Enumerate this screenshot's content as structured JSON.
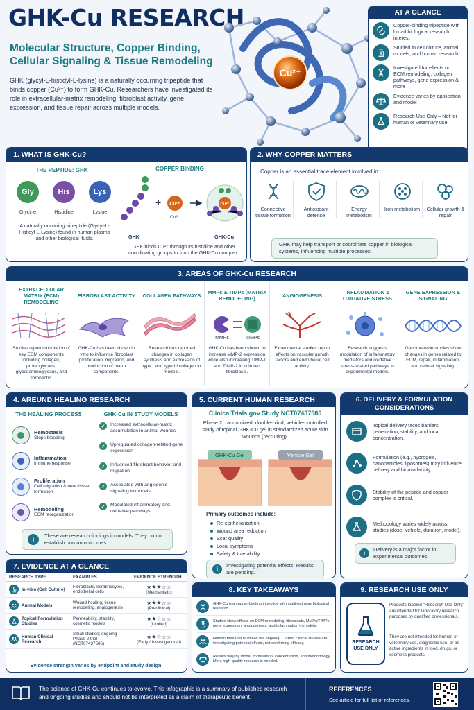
{
  "title": "GHK-Cu RESEARCH",
  "subtitle": "Molecular Structure, Copper Binding, Cellular Signaling & Tissue Remodeling",
  "intro": "GHK (glycyl-L-histidyl-L-lysine) is a naturally occurring tripeptide that binds copper (Cu²⁺) to form GHK-Cu. Researchers have investigated its role in extracellular-matrix remodeling, fibroblast activity, gene expression, and tissue repair across multiple models.",
  "hero": {
    "label": "Cu²⁺"
  },
  "glance": {
    "title": "AT A GLANCE",
    "items": [
      {
        "icon": "link-icon",
        "text": "Copper-binding tripeptide with broad biological research interest"
      },
      {
        "icon": "microscope-icon",
        "text": "Studied in cell culture, animal models, and human research"
      },
      {
        "icon": "dna-icon",
        "text": "Investigated for effects on ECM remodeling, collagen pathways, gene expression & more"
      },
      {
        "icon": "scale-icon",
        "text": "Evidence varies by application and model"
      },
      {
        "icon": "flask-icon",
        "text": "Research Use Only – Not for human or veterinary use"
      }
    ]
  },
  "s1": {
    "title": "1. WHAT IS GHK-Cu?",
    "peptide_head": "THE PEPTIDE: GHK",
    "aminos": [
      {
        "abbr": "Gly",
        "name": "Glycine",
        "color": "#3f9a5a"
      },
      {
        "abbr": "His",
        "name": "Histidine",
        "color": "#7a4fa6"
      },
      {
        "abbr": "Lys",
        "name": "Lysine",
        "color": "#3a63b5"
      }
    ],
    "peptide_desc": "A naturally occurring tripeptide (Glycyl-L-Histidyl-L-Lysine) found in human plasma and other biological fluids.",
    "binding_head": "COPPER BINDING",
    "ghk": "GHK",
    "plus": "+",
    "cu": "Cu²⁺",
    "cu_small": "Cu²⁺",
    "ghkcu": "GHK-Cu",
    "binding_desc": "GHK binds Cu²⁺ through its histidine and other coordinating groups to form the GHK-Cu complex."
  },
  "s2": {
    "title": "2. WHY COPPER MATTERS",
    "lead": "Copper is an essential trace element involved in:",
    "items": [
      {
        "icon": "dna-icon",
        "label": "Connective tissue formation"
      },
      {
        "icon": "shield-icon",
        "label": "Antioxidant defense"
      },
      {
        "icon": "mitochondria-icon",
        "label": "Energy metabolism"
      },
      {
        "icon": "iron-icon",
        "label": "Iron metabolism"
      },
      {
        "icon": "cells-icon",
        "label": "Cellular growth & repair"
      }
    ],
    "note": "GHK may help transport or coordinate copper in biological systems, influencing multiple processes."
  },
  "s3": {
    "title": "3. AREAS OF GHK-Cu RESEARCH",
    "areas": [
      {
        "head": "EXTRACELLULAR MATRIX (ECM) REMODELING",
        "text": "Studies report modulation of key ECM components including collagen, proteoglycans, glycosaminoglycans, and fibronectin.",
        "icon": "ecm-icon"
      },
      {
        "head": "FIBROBLAST ACTIVITY",
        "text": "GHK-Cu has been shown in vitro to influence fibroblast proliferation, migration, and production of matrix components.",
        "icon": "fibroblast-icon"
      },
      {
        "head": "COLLAGEN PATHWAYS",
        "text": "Research has reported changes in collagen synthesis and expression of type I and type III collagen in models.",
        "icon": "collagen-icon"
      },
      {
        "head": "MMPs & TIMPs (MATRIX REMODELING)",
        "text": "GHK-Cu has been shown to increase MMP-2 expression while also increasing TIMP-1 and TIMP-2 in cultured fibroblasts.",
        "icon": "mmp-icon",
        "mmp": "MMPs",
        "timp": "TIMPs"
      },
      {
        "head": "ANGIOGENESIS",
        "text": "Experimental studies report effects on vascular growth factors and endothelial cell activity.",
        "icon": "vessel-icon"
      },
      {
        "head": "INFLAMMATION & OXIDATIVE STRESS",
        "text": "Research suggests modulation of inflammatory mediators and oxidative stress-related pathways in experimental models.",
        "icon": "inflammation-icon"
      },
      {
        "head": "GENE EXPRESSION & SIGNALING",
        "text": "Genome-wide studies show changes in genes related to ECM, repair, inflammation, and cellular signaling.",
        "icon": "dna-icon"
      }
    ]
  },
  "s4": {
    "title": "4. AREUND HEALING RESEARCH",
    "process_head": "THE HEALING PROCESS",
    "models_head": "GHK-Cu IN STUDY MODELS",
    "phases": [
      {
        "name": "Hemostasis",
        "desc": "Stops bleeding",
        "icon": "drop-icon"
      },
      {
        "name": "Inflammation",
        "desc": "Immune response",
        "icon": "immune-icon"
      },
      {
        "name": "Proliferation",
        "desc": "Cell migration & new tissue formation",
        "icon": "proliferation-icon"
      },
      {
        "name": "Remodeling",
        "desc": "ECM reorganization",
        "icon": "remodel-icon"
      }
    ],
    "findings": [
      "Increased extracellular-matrix accumulation in animal wounds",
      "Upregulated collagen-related gene expression",
      "Influenced fibroblast behavior and migration",
      "Associated with angiogenic signaling in models",
      "Modulated inflammatory and oxidative pathways"
    ],
    "note": "These are research findings in models. They do not establish human outcomes."
  },
  "s5": {
    "title": "5. CURRENT HUMAN RESEARCH",
    "study": "ClinicalTrials.gov Study NCT07437586",
    "desc": "Phase 2, randomized, double-blind, vehicle-controlled study of topical GHK-Cu gel in standardized acute skin wounds (recruiting).",
    "gel1": "GHK-Cu Gel",
    "gel2": "Vehicle Gel",
    "outcomes_head": "Primary outcomes include:",
    "outcomes": [
      "Re-epithelialization",
      "Wound area reduction",
      "Scar quality",
      "Local symptoms",
      "Safety & tolerability"
    ],
    "note": "Investigating potential effects. Results are pending."
  },
  "s6": {
    "title": "6. DELIVERY & FORMULATION CONSIDERATIONS",
    "items": [
      {
        "icon": "barrier-icon",
        "text": "Topical delivery faces barriers: penetration, stability, and local concentration."
      },
      {
        "icon": "molecule-icon",
        "text": "Formulation (e.g., hydrogels, nanoparticles, liposomes) may influence delivery and bioavailability."
      },
      {
        "icon": "shield-icon",
        "text": "Stability of the peptide and copper complex is critical."
      },
      {
        "icon": "flask-icon",
        "text": "Methodology varies widely across studies (dose, vehicle, duration, model)."
      }
    ],
    "note": "Delivery is a major factor in experimental outcomes."
  },
  "s7": {
    "title": "7. EVIDENCE AT A GLANCE",
    "cols": [
      "RESEARCH TYPE",
      "EXAMPLES",
      "EVIDENCE STRENGTH"
    ],
    "rows": [
      {
        "type": "In-vitro (Cell Culture)",
        "examples": "Fibroblasts, keratinocytes, endothelial cells",
        "stars": "★★★☆☆",
        "level": "(Mechanistic)"
      },
      {
        "type": "Animal Models",
        "examples": "Wound healing, tissue remodeling, angiogenesis",
        "stars": "★★★☆☆",
        "level": "(Preclinical)"
      },
      {
        "type": "Topical Formulation Studies",
        "examples": "Permeability, stability, cosmetic models",
        "stars": "★★☆☆☆",
        "level": "(Limited)"
      },
      {
        "type": "Human Clinical Research",
        "examples": "Small studies; ongoing Phase 2 trial (NCT07437586)",
        "stars": "★★☆☆☆",
        "level": "(Early / Investigational)"
      }
    ],
    "foot": "Evidence strength varies by endpoint and study design."
  },
  "s8": {
    "title": "8. KEY TAKEAWAYS",
    "items": [
      {
        "icon": "dna-icon",
        "text": "GHK-Cu is a copper-binding tripeptide with multi-pathway biological research."
      },
      {
        "icon": "microscope-icon",
        "text": "Studies show effects on ECM remodeling, fibroblasts, MMPs/TIMPs, gene expression, angiogenesis, and inflammation in models."
      },
      {
        "icon": "people-icon",
        "text": "Human research is limited but ongoing. Current clinical studies are investigating potential effects, not confirming efficacy."
      },
      {
        "icon": "scale-icon",
        "text": "Results vary by model, formulation, concentration, and methodology. More high-quality research is needed."
      }
    ]
  },
  "s9": {
    "title": "9. RESEARCH USE ONLY",
    "badge": "RESEARCH USE ONLY",
    "p1": "Products labeled \"Research Use Only\" are intended for laboratory research purposes by qualified professionals.",
    "p2": "They are not intended for human or veterinary use, diagnostic use, or as active ingredients in food, drugs, or cosmetic products."
  },
  "footer": {
    "text": "The science of GHK-Cu continues to evolve. This infographic is a summary of published research and ongoing studies and should not be interpreted as a claim of therapeutic benefit.",
    "ref_head": "REFERENCES",
    "ref_text": "See article for full list of references."
  },
  "colors": {
    "navy": "#123a6e",
    "teal": "#1b7c80"
  }
}
